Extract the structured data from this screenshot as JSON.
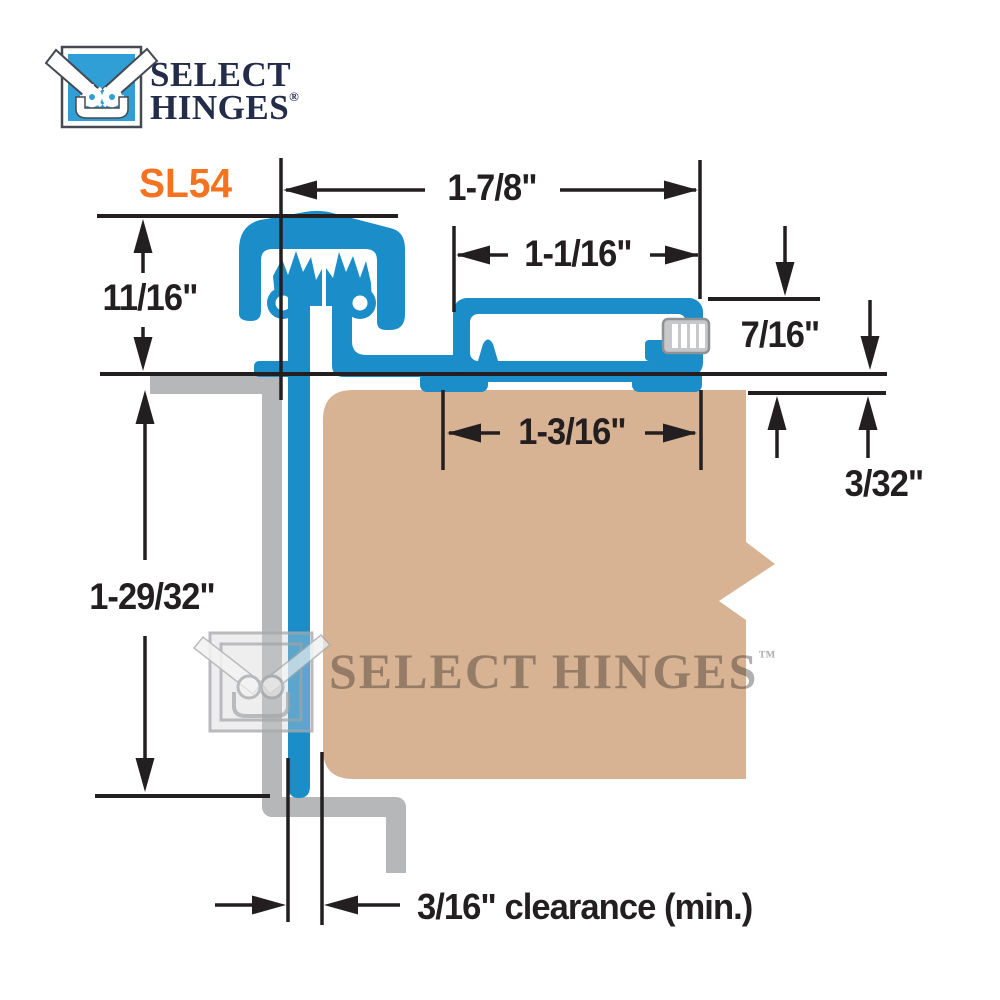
{
  "logo": {
    "line1": "SELECT",
    "line2": "HINGES",
    "registered_mark": "®"
  },
  "model_label": "SL54",
  "dimensions": {
    "total_width": "1-7/8\"",
    "leaf_channel_width": "1-1/16\"",
    "cap_height": "11/16\"",
    "channel_height": "7/16\"",
    "door_inset": "3/32\"",
    "door_leaf_width": "1-3/16\"",
    "frame_leaf_length": "1-29/32\"",
    "clearance_note": "3/16\" clearance (min.)"
  },
  "watermark": {
    "text": "SELECT HINGES",
    "trademark": "™"
  },
  "colors": {
    "hinge-blue": "#1b8dc8",
    "logo-blue": "#2f9fd6",
    "door-tan": "#d7b394",
    "frame-gray": "#b5b7b9",
    "line-black": "#231f20",
    "model-orange": "#f47320",
    "logo-navy": "#232c49",
    "screw-gray": "#c6c8ca",
    "watermark-gray": "#b0b0b0"
  }
}
